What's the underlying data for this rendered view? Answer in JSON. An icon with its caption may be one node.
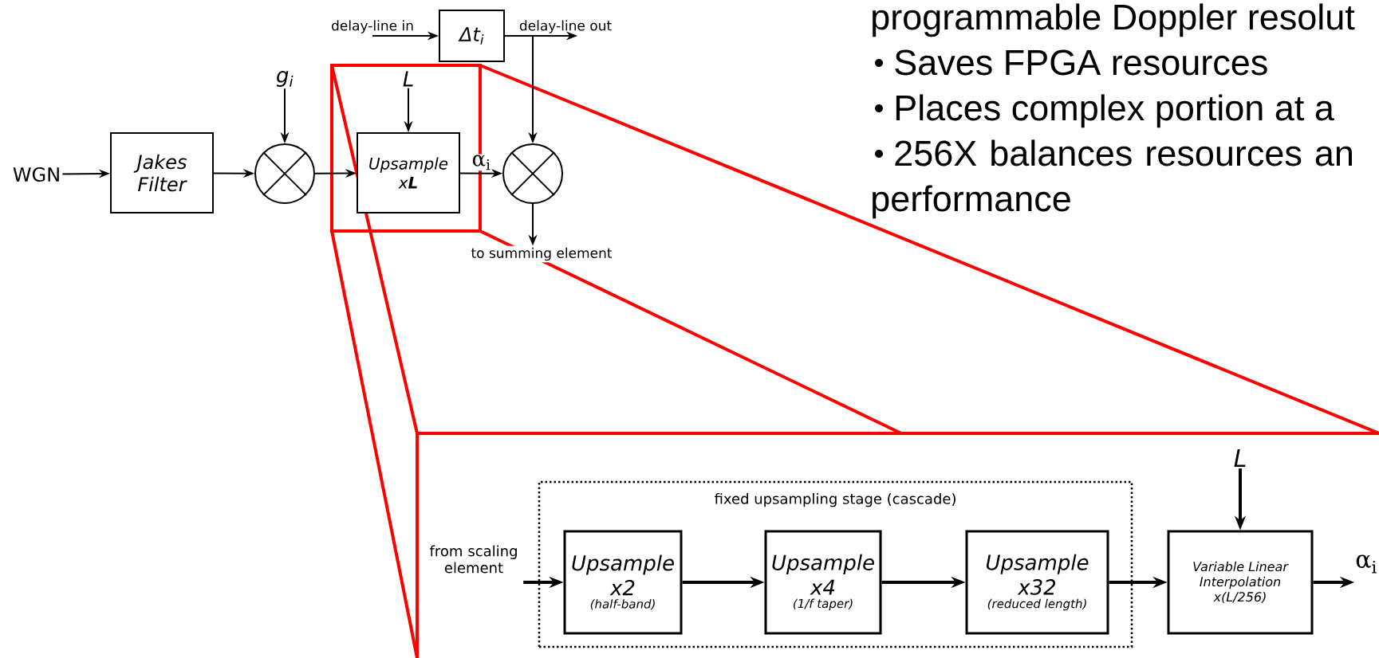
{
  "diagram": {
    "nodes": [
      {
        "text": [
          "WGN"
        ]
      },
      {
        "text": [
          "Jakes Filter"
        ]
      },
      {
        "text": [],
        "shape": "circle"
      },
      {
        "text": [
          "g$_{i}$"
        ]
      },
      {
        "text": [
          "Upsample x**L**"
        ]
      },
      {
        "text": [
          "L"
        ]
      },
      {
        "text": [],
        "shape": "circle"
      },
      {
        "text": [
          "Δt$_{i}$"
        ]
      },
      {
        "text": [
          "delay-line in"
        ]
      },
      {
        "text": [
          "delay-line out"
        ]
      },
      {
        "text": [
          "to summing element"
        ]
      },
      {
        "text": [
          "fixed upsampling stage (cascade)"
        ]
      },
      {
        "text": [
          "Upsample x2",
          "(half-band)"
        ],
        "in": 11
      },
      {
        "text": [
          "Upsample x4",
          "(1/f taper)"
        ],
        "in": 11
      },
      {
        "text": [
          "Upsample x32",
          "(reduced length)"
        ],
        "in": 11
      },
      {
        "text": [
          "Variable Linear Interpolation x(L/256)"
        ]
      },
      {
        "text": [
          "from scaling element"
        ]
      },
      {
        "text": [
          "L"
        ]
      },
      {
        "text": [
          "α$_{i}$"
        ]
      }
    ],
    "edges": [
      {
        "from": 0,
        "to": 1,
        "arrow": "to"
      },
      {
        "from": 1,
        "to": 2,
        "arrow": "to"
      },
      {
        "from": 3,
        "to": 2,
        "arrow": "to"
      },
      {
        "from": 2,
        "to": 4,
        "arrow": "to"
      },
      {
        "from": 5,
        "to": 4,
        "arrow": "to"
      },
      {
        "from": 4,
        "to": 6,
        "arrow": "to",
        "label": "α$_{i}$"
      },
      {
        "from": 8,
        "to": 7,
        "arrow": "to"
      },
      {
        "from": 7,
        "to": 9,
        "arrow": "to"
      },
      {
        "from": 7,
        "to": 6,
        "arrow": "to"
      },
      {
        "from": 6,
        "to": 10,
        "arrow": "to"
      },
      {
        "from": 16,
        "to": 12,
        "arrow": "to"
      },
      {
        "from": 12,
        "to": 13,
        "arrow": "to"
      },
      {
        "from": 13,
        "to": 14,
        "arrow": "to"
      },
      {
        "from": 14,
        "to": 15,
        "arrow": "to"
      },
      {
        "from": 17,
        "to": 15,
        "arrow": "to"
      },
      {
        "from": 15,
        "to": 18,
        "arrow": "to"
      }
    ],
    "labels": [
      "programmable Doppler resolut",
      "Saves FPGA resources",
      "Places complex portion at a",
      "256X balances resources an performance"
    ]
  }
}
